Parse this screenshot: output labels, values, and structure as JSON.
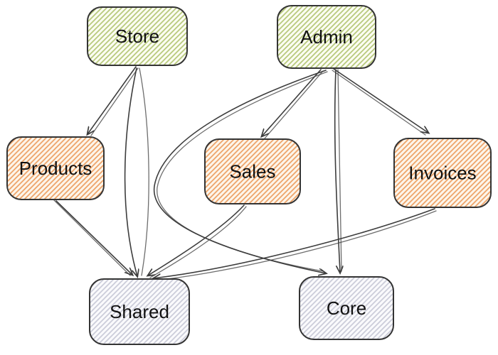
{
  "diagram": {
    "type": "dependency-graph",
    "nodes": [
      {
        "id": "store",
        "label": "Store",
        "kind": "app",
        "palette": "green"
      },
      {
        "id": "admin",
        "label": "Admin",
        "kind": "app",
        "palette": "green"
      },
      {
        "id": "products",
        "label": "Products",
        "kind": "feature-lib",
        "palette": "orange"
      },
      {
        "id": "sales",
        "label": "Sales",
        "kind": "feature-lib",
        "palette": "orange"
      },
      {
        "id": "invoices",
        "label": "Invoices",
        "kind": "feature-lib",
        "palette": "orange"
      },
      {
        "id": "shared",
        "label": "Shared",
        "kind": "shared-lib",
        "palette": "gray"
      },
      {
        "id": "core",
        "label": "Core",
        "kind": "shared-lib",
        "palette": "gray"
      }
    ],
    "edges": [
      {
        "from": "store",
        "to": "products",
        "route": "straight"
      },
      {
        "from": "store",
        "to": "shared",
        "route": "straight"
      },
      {
        "from": "admin",
        "to": "sales",
        "route": "straight"
      },
      {
        "from": "admin",
        "to": "invoices",
        "route": "straight"
      },
      {
        "from": "admin",
        "to": "core",
        "route": "straight"
      },
      {
        "from": "admin",
        "to": "core",
        "route": "curved-left"
      },
      {
        "from": "products",
        "to": "shared",
        "route": "straight"
      },
      {
        "from": "sales",
        "to": "shared",
        "route": "straight"
      },
      {
        "from": "invoices",
        "to": "shared",
        "route": "curved"
      }
    ],
    "colors": {
      "background": "#ffffff",
      "edge": "#3d3d3d",
      "border": "#343434",
      "label": "#111111",
      "green_hatch": "#b7c97b",
      "green_bg": "#fbfcf2",
      "orange_hatch": "#eda368",
      "orange_bg": "#fdf5ea",
      "gray_hatch": "#cbccd9",
      "gray_bg": "#fafafc"
    }
  }
}
